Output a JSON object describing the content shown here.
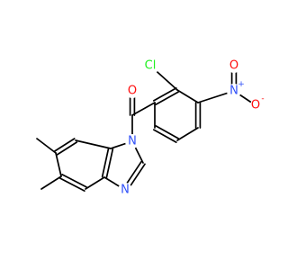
{
  "colors": {
    "carbon_bond": "#000000",
    "oxygen": "#ff0d0d",
    "nitrogen": "#3050f8",
    "chlorine": "#1ff01f"
  },
  "atoms": {
    "carbonyl_oxygen": {
      "label": "O",
      "element": "oxygen"
    },
    "chlorine": {
      "label": "Cl",
      "element": "chlorine"
    },
    "nitro_nitrogen": {
      "label": "N",
      "charge": "+",
      "element": "nitrogen"
    },
    "nitro_oxygen_top": {
      "label": "O",
      "element": "oxygen"
    },
    "nitro_oxygen_bottom": {
      "label": "O",
      "charge": "-",
      "element": "oxygen"
    },
    "imidazole_n1": {
      "label": "N",
      "element": "nitrogen"
    },
    "imidazole_n3": {
      "label": "N",
      "element": "nitrogen"
    }
  }
}
